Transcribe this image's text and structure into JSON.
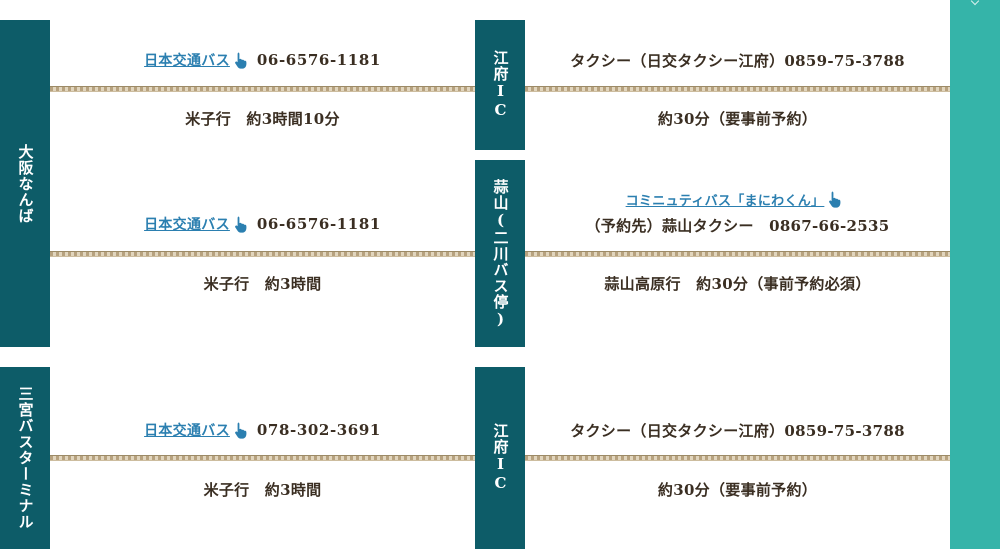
{
  "origins": [
    {
      "label": "大阪なんば"
    },
    {
      "label": "三宮バスターミナル"
    }
  ],
  "transfers": [
    {
      "label": "江府IC"
    },
    {
      "label": "蒜山(二川バス停)"
    },
    {
      "label": "江府IC"
    }
  ],
  "routes": [
    {
      "operator_link": "日本交通バス",
      "phone": "06-6576-1181",
      "destination_text": "米子行　約3時間10分"
    },
    {
      "operator_link": "日本交通バス",
      "phone": "06-6576-1181",
      "destination_text": "米子行　約3時間"
    },
    {
      "operator_link": "日本交通バス",
      "phone": "078-302-3691",
      "destination_text": "米子行　約3時間"
    }
  ],
  "last_legs": [
    {
      "contact_text": "タクシー（日交タクシー江府）0859-75-3788",
      "duration_text": "約30分（要事前予約）"
    },
    {
      "link_text": "コミニュティバス「まにわくん」",
      "contact_text": "（予約先）蒜山タクシー　0867-66-2535",
      "duration_text": "蒜山高原行　約30分（事前予約必須）"
    },
    {
      "contact_text": "タクシー（日交タクシー江府）0859-75-3788",
      "duration_text": "約30分（要事前予約）"
    }
  ],
  "colors": {
    "station_box": "#0d5c68",
    "link": "#2b7fb0",
    "side_bar": "#35b4a9"
  },
  "icons": {
    "pointer": "hand-pointer-icon"
  }
}
